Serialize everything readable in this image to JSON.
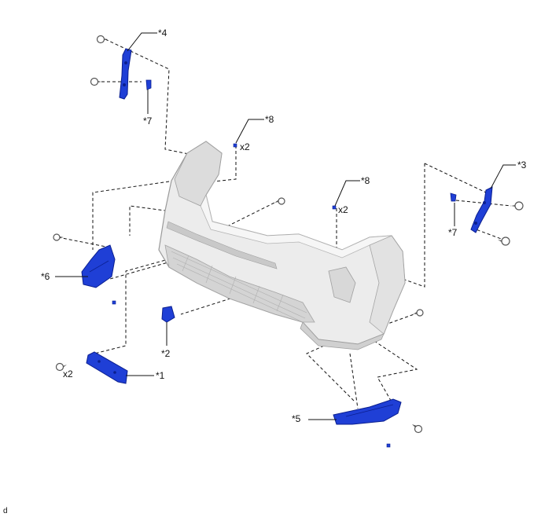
{
  "colors": {
    "part_highlight": "#1f3fd6",
    "part_highlight_dark": "#0b1f8f",
    "bumper_body": "#ececec",
    "bumper_shade": "#cfcfcf",
    "bumper_outline": "#9a9a9a",
    "leader_line": "#111111",
    "fastener": "#555555"
  },
  "icons": {
    "fastener": "screw-icon",
    "clip": "clip-icon"
  },
  "callouts": [
    {
      "id": "c1",
      "text": "*1"
    },
    {
      "id": "c2",
      "text": "*2"
    },
    {
      "id": "c3",
      "text": "*3"
    },
    {
      "id": "c4",
      "text": "*4"
    },
    {
      "id": "c5",
      "text": "*5"
    },
    {
      "id": "c6",
      "text": "*6"
    },
    {
      "id": "c7a",
      "text": "*7"
    },
    {
      "id": "c7b",
      "text": "*7"
    },
    {
      "id": "c8a",
      "text": "*8"
    },
    {
      "id": "c8b",
      "text": "*8"
    }
  ],
  "quantities": [
    {
      "id": "q1",
      "text": "x2"
    },
    {
      "id": "q2",
      "text": "x2"
    },
    {
      "id": "q3",
      "text": "x2"
    }
  ],
  "corner_mark": "d"
}
